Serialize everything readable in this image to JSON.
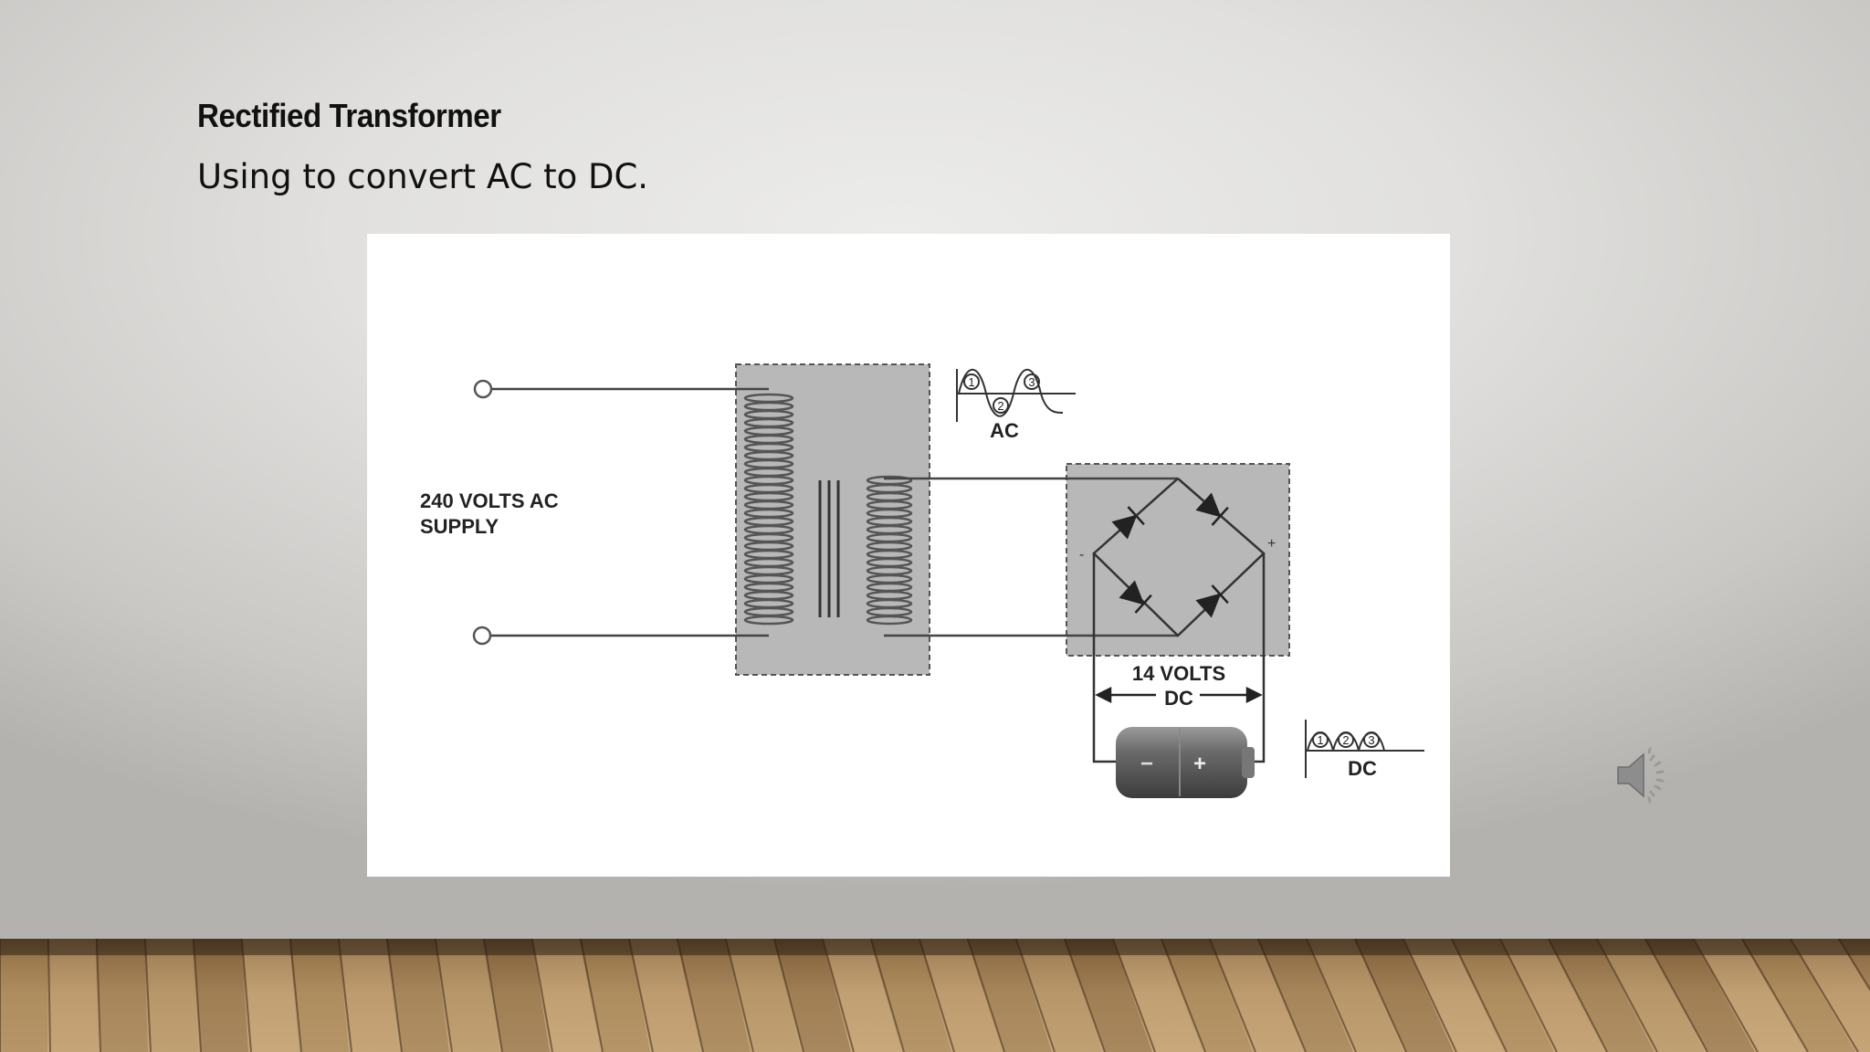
{
  "slide": {
    "title": "Rectified Transformer",
    "subtitle": "Using to convert AC to DC."
  },
  "diagram": {
    "supply_label_line1": "240 VOLTS AC",
    "supply_label_line2": "SUPPLY",
    "ac_wave_label": "AC",
    "ac_wave_markers": [
      "1",
      "2",
      "3"
    ],
    "output_voltage_line1": "14 VOLTS",
    "output_voltage_line2": "DC",
    "dc_wave_label": "DC",
    "dc_wave_markers": [
      "1",
      "2",
      "3"
    ],
    "battery_minus": "−",
    "battery_plus": "+",
    "bridge_minus": "-",
    "bridge_plus": "+"
  },
  "audio": {
    "icon": "speaker-icon"
  },
  "colors": {
    "slide_bg": "#e1e0de",
    "box_gray": "#b8b8b8",
    "floor_wood": "#b59468"
  }
}
